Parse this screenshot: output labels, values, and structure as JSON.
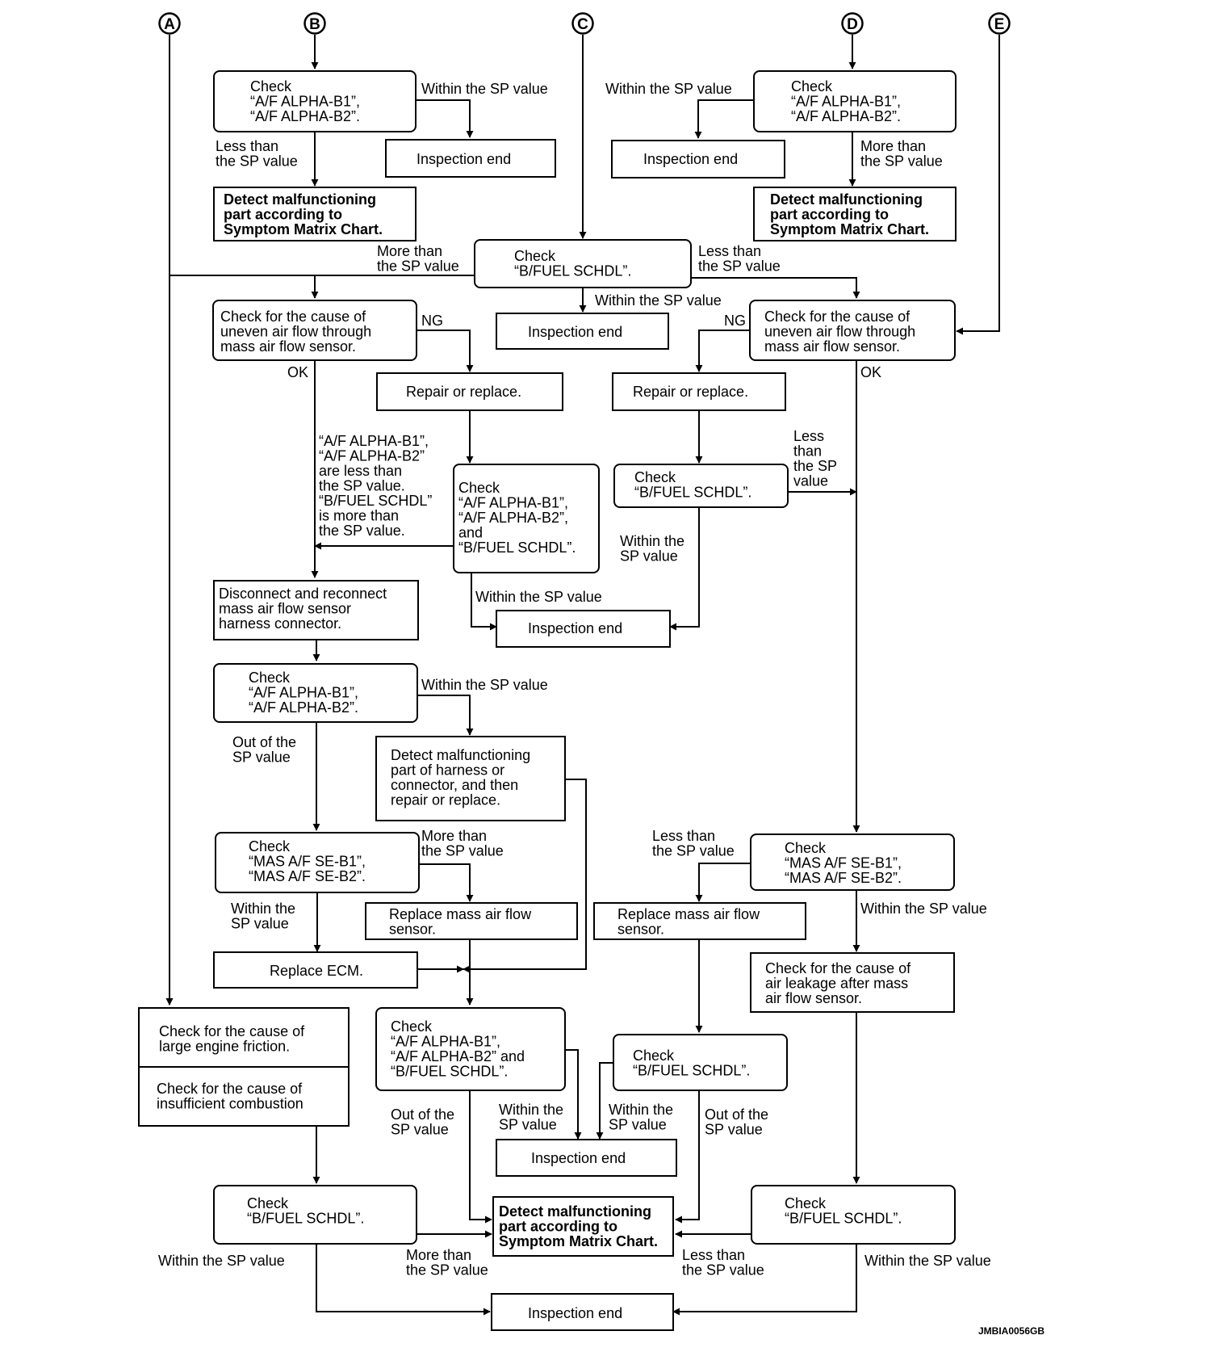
{
  "connectors": {
    "a": "A",
    "b": "B",
    "c": "C",
    "d": "D",
    "e": "E"
  },
  "boxes": {
    "check_af_alpha_b_top": [
      "Check",
      "“A/F ALPHA-B1”,",
      "“A/F ALPHA-B2”."
    ],
    "inspection_end_b_top": [
      "Inspection end"
    ],
    "detect_symptom_b": [
      "Detect malfunctioning",
      "part according to",
      "Symptom Matrix Chart."
    ],
    "check_af_alpha_d_top": [
      "Check",
      "“A/F ALPHA-B1”,",
      "“A/F ALPHA-B2”."
    ],
    "inspection_end_d_top": [
      "Inspection end"
    ],
    "detect_symptom_d": [
      "Detect malfunctioning",
      "part according to",
      "Symptom Matrix Chart."
    ],
    "check_bfuel_c": [
      "Check",
      "“B/FUEL SCHDL”."
    ],
    "inspection_end_c": [
      "Inspection end"
    ],
    "check_uneven_left": [
      "Check for the cause of",
      "uneven air flow through",
      "mass air flow sensor."
    ],
    "check_uneven_right": [
      "Check for the cause of",
      "uneven air flow through",
      "mass air flow sensor."
    ],
    "repair_replace_left": [
      "Repair or replace."
    ],
    "repair_replace_right": [
      "Repair or replace."
    ],
    "check_af_bfuel_mid": [
      "Check",
      "“A/F ALPHA-B1”,",
      "“A/F ALPHA-B2”,",
      "and",
      "“B/FUEL SCHDL”."
    ],
    "check_bfuel_right_mid": [
      "Check",
      "“B/FUEL SCHDL”."
    ],
    "inspection_end_mid": [
      "Inspection end"
    ],
    "disconnect_reconnect": [
      "Disconnect and reconnect",
      "mass air flow sensor",
      "harness connector."
    ],
    "check_af_alpha_left2": [
      "Check",
      "“A/F ALPHA-B1”,",
      "“A/F ALPHA-B2”."
    ],
    "detect_harness": [
      "Detect malfunctioning",
      "part of harness or",
      "connector, and then",
      "repair or replace."
    ],
    "check_mas_left": [
      "Check",
      "“MAS A/F SE-B1”,",
      "“MAS A/F SE-B2”."
    ],
    "replace_maf_left": [
      "Replace mass air flow",
      "sensor."
    ],
    "replace_ecm": [
      "Replace ECM."
    ],
    "check_mas_right": [
      "Check",
      "“MAS A/F SE-B1”,",
      "“MAS A/F SE-B2”."
    ],
    "replace_maf_right": [
      "Replace mass air flow",
      "sensor."
    ],
    "check_air_leakage": [
      "Check for the cause of",
      "air leakage after mass",
      "air flow sensor."
    ],
    "check_friction": [
      "Check for the cause of",
      "large engine friction."
    ],
    "check_combustion": [
      "Check for the cause of",
      "insufficient combustion"
    ],
    "check_af_bfuel_low": [
      "Check",
      "“A/F ALPHA-B1”,",
      "“A/F ALPHA-B2” and",
      "“B/FUEL SCHDL”."
    ],
    "check_bfuel_low_mid": [
      "Check",
      "“B/FUEL SCHDL”."
    ],
    "inspection_end_low": [
      "Inspection end"
    ],
    "check_bfuel_bottom_left": [
      "Check",
      "“B/FUEL SCHDL”."
    ],
    "detect_symptom_bottom": [
      "Detect malfunctioning",
      "part  according to",
      "Symptom Matrix Chart."
    ],
    "check_bfuel_bottom_right": [
      "Check",
      "“B/FUEL SCHDL”."
    ],
    "inspection_end_bottom": [
      "Inspection end"
    ]
  },
  "labels": {
    "l01": [
      "Within the SP value"
    ],
    "l02": [
      "Less than",
      "the SP value"
    ],
    "l03": [
      "Within the SP value"
    ],
    "l04": [
      "More than",
      "the SP value"
    ],
    "l05": [
      "More than",
      "the SP value"
    ],
    "l06": [
      "Less than",
      "the SP value"
    ],
    "l07": [
      "Within the SP value"
    ],
    "l08": [
      "NG"
    ],
    "l09": [
      "NG"
    ],
    "l10": [
      "OK"
    ],
    "l11": [
      "OK"
    ],
    "l12": [
      "“A/F ALPHA-B1”,",
      "“A/F ALPHA-B2”",
      "are less than",
      "the SP value.",
      "“B/FUEL SCHDL”",
      "is more than",
      "the SP value."
    ],
    "l13": [
      "Less",
      "than",
      "the SP",
      "value"
    ],
    "l14": [
      "Within the",
      "SP value"
    ],
    "l15": [
      "Within the SP value"
    ],
    "l16": [
      "Within the SP value"
    ],
    "l17": [
      "Out of the",
      "SP value"
    ],
    "l18": [
      "More than",
      "the SP value"
    ],
    "l19": [
      "Within the",
      "SP value"
    ],
    "l20": [
      "Less than",
      "the SP value"
    ],
    "l21": [
      "Within the SP value"
    ],
    "l22": [
      "Out of the",
      "SP value"
    ],
    "l23": [
      "Within the",
      "SP value"
    ],
    "l24": [
      "Within the",
      "SP value"
    ],
    "l25": [
      "Out of the",
      "SP value"
    ],
    "l26": [
      "Within the SP value"
    ],
    "l27": [
      "More than",
      "the SP value"
    ],
    "l28": [
      "Less than",
      "the SP value"
    ],
    "l29": [
      "Within the SP value"
    ]
  },
  "footer": {
    "code": "JMBIA0056GB"
  }
}
